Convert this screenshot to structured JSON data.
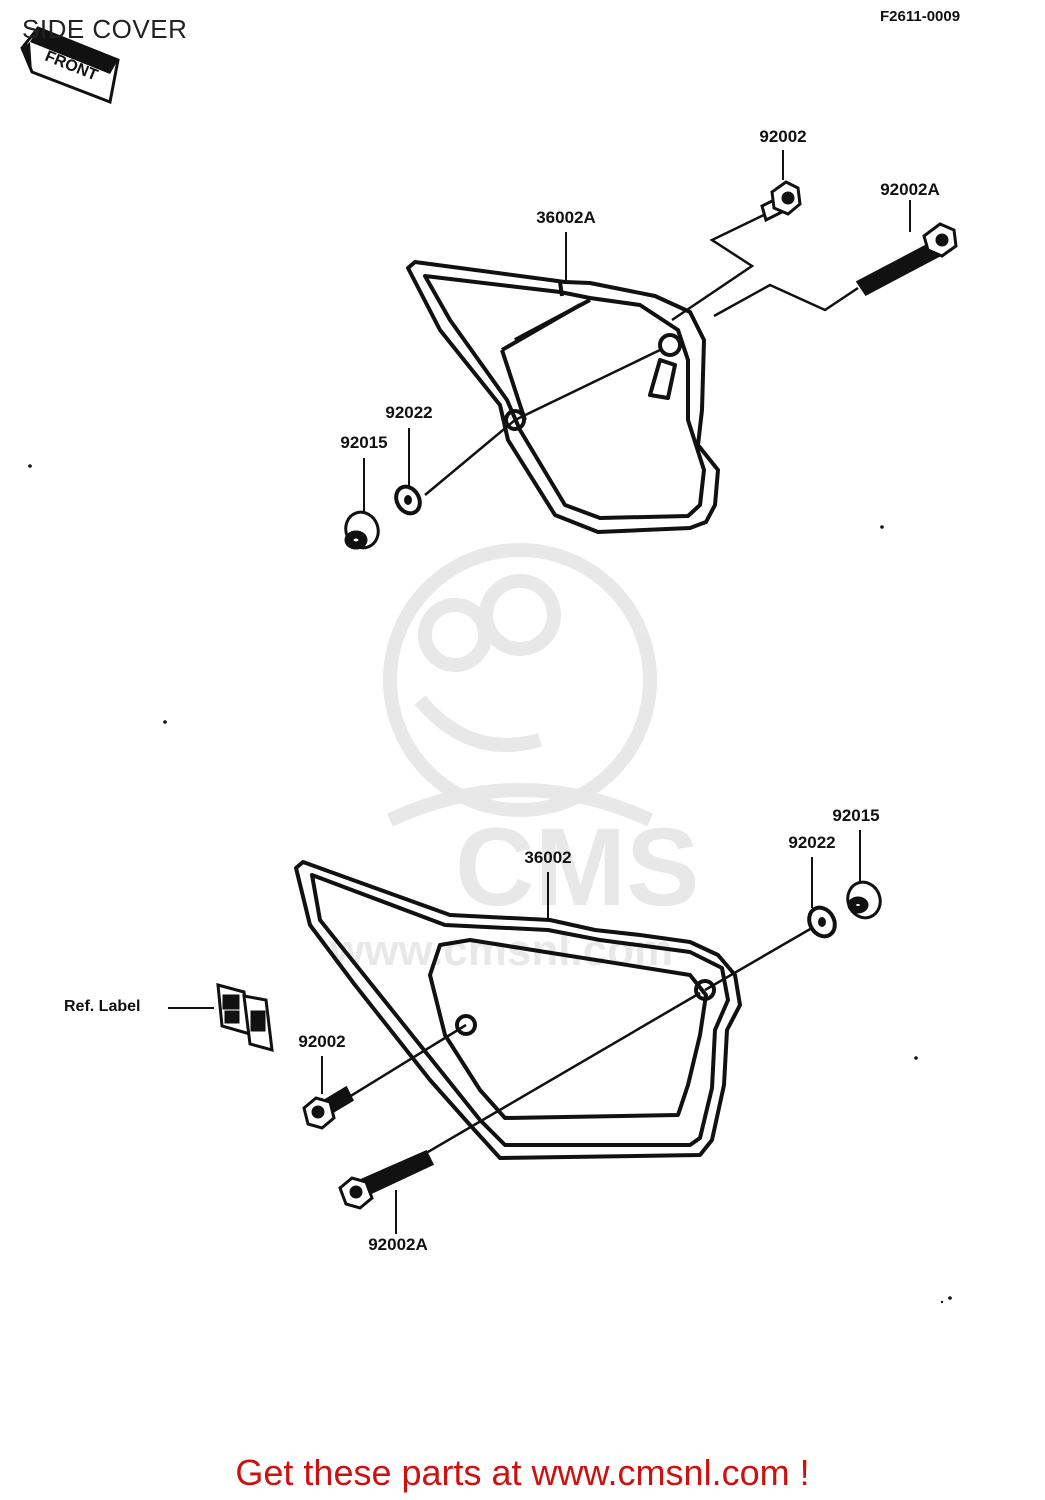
{
  "title": "SIDE COVER",
  "diagram_code": "F2611-0009",
  "front_arrow": {
    "text": "FRONT",
    "icon": "front-arrow-icon"
  },
  "upper_assembly": {
    "cover": "36002A",
    "bolt": "92002",
    "long_bolt": "92002A",
    "washer": "92022",
    "grommet": "92015"
  },
  "lower_assembly": {
    "cover": "36002",
    "grommet": "92015",
    "washer": "92022",
    "bolt": "92002",
    "long_bolt": "92002A",
    "ref_label": "Ref. Label"
  },
  "watermark": {
    "brand": "CMS",
    "url": "www.cmsnl.com"
  },
  "promo_text": "Get these parts at www.cmsnl.com !"
}
